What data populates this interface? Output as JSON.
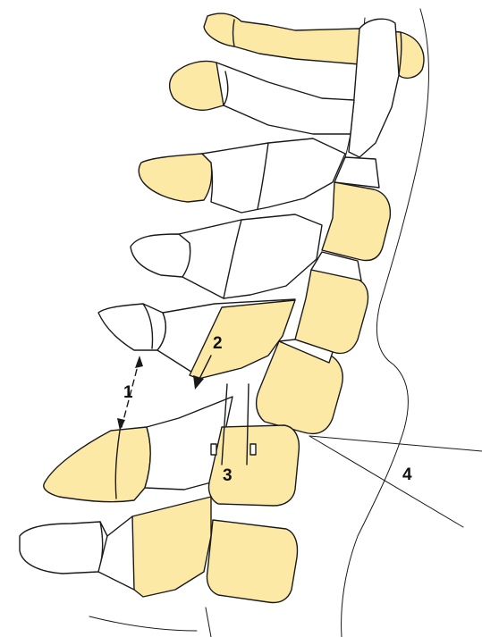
{
  "figure": {
    "labels": [
      {
        "id": "1",
        "text": "1"
      },
      {
        "id": "2",
        "text": "2"
      },
      {
        "id": "3",
        "text": "3"
      },
      {
        "id": "4",
        "text": "4"
      }
    ]
  },
  "colors": {
    "bone_fill": "#fde9a6",
    "outline": "#1a1a1a",
    "background": "#ffffff"
  }
}
